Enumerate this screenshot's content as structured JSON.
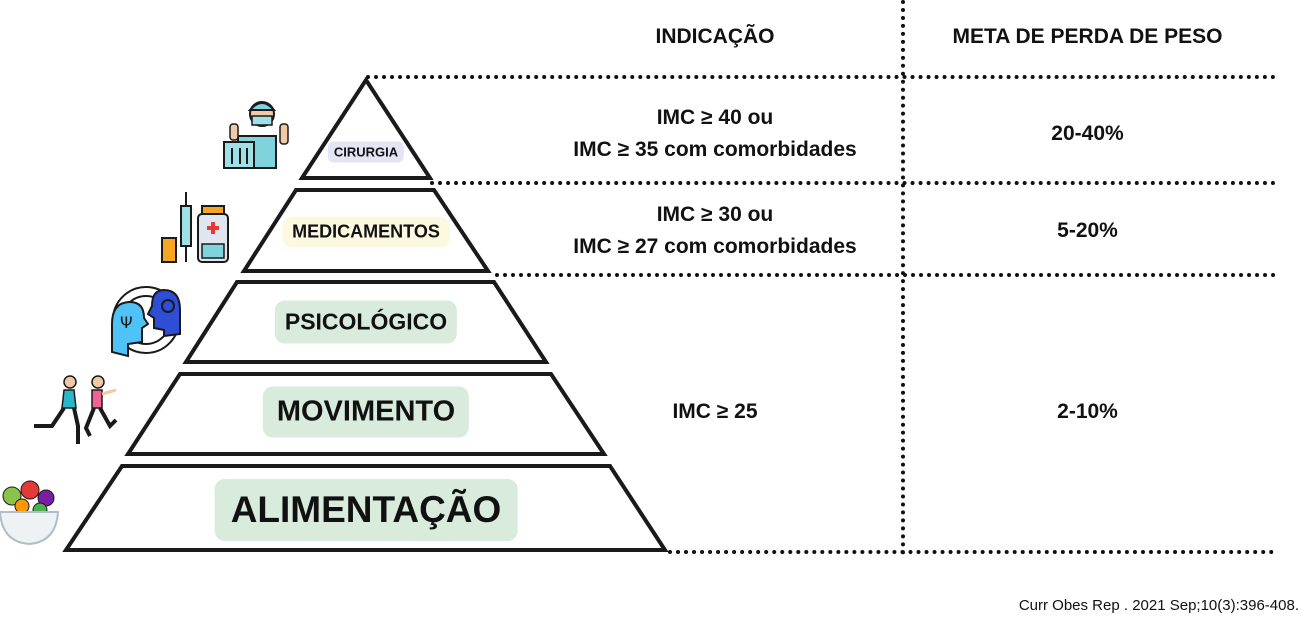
{
  "headers": {
    "indication": "INDICAÇÃO",
    "weight_goal": "META DE PERDA DE PESO"
  },
  "levels": [
    {
      "id": "cirurgia",
      "label": "CIRURGIA",
      "icon": "surgeon-icon",
      "label_bg": "#e4e4f4"
    },
    {
      "id": "medicamentos",
      "label": "MEDICAMENTOS",
      "icon": "medicine-icon",
      "label_bg": "#fdf9e1"
    },
    {
      "id": "psicologico",
      "label": "PSICOLÓGICO",
      "icon": "psychology-heads-icon",
      "label_bg": "#d9ebdd"
    },
    {
      "id": "movimento",
      "label": "MOVIMENTO",
      "icon": "runners-icon",
      "label_bg": "#d9ebdd"
    },
    {
      "id": "alimentacao",
      "label": "ALIMENTAÇÃO",
      "icon": "salad-bowl-icon",
      "label_bg": "#d9ebdd"
    }
  ],
  "rows": [
    {
      "indication_line1": "IMC ≥ 40 ou",
      "indication_line2": "IMC ≥ 35 com comorbidades",
      "goal": "20-40%"
    },
    {
      "indication_line1": "IMC ≥ 30 ou",
      "indication_line2": "IMC ≥ 27 com comorbidades",
      "goal": "5-20%"
    },
    {
      "indication": "IMC ≥ 25",
      "goal": "2-10%"
    }
  ],
  "citation": "Curr Obes Rep . 2021 Sep;10(3):396-408."
}
